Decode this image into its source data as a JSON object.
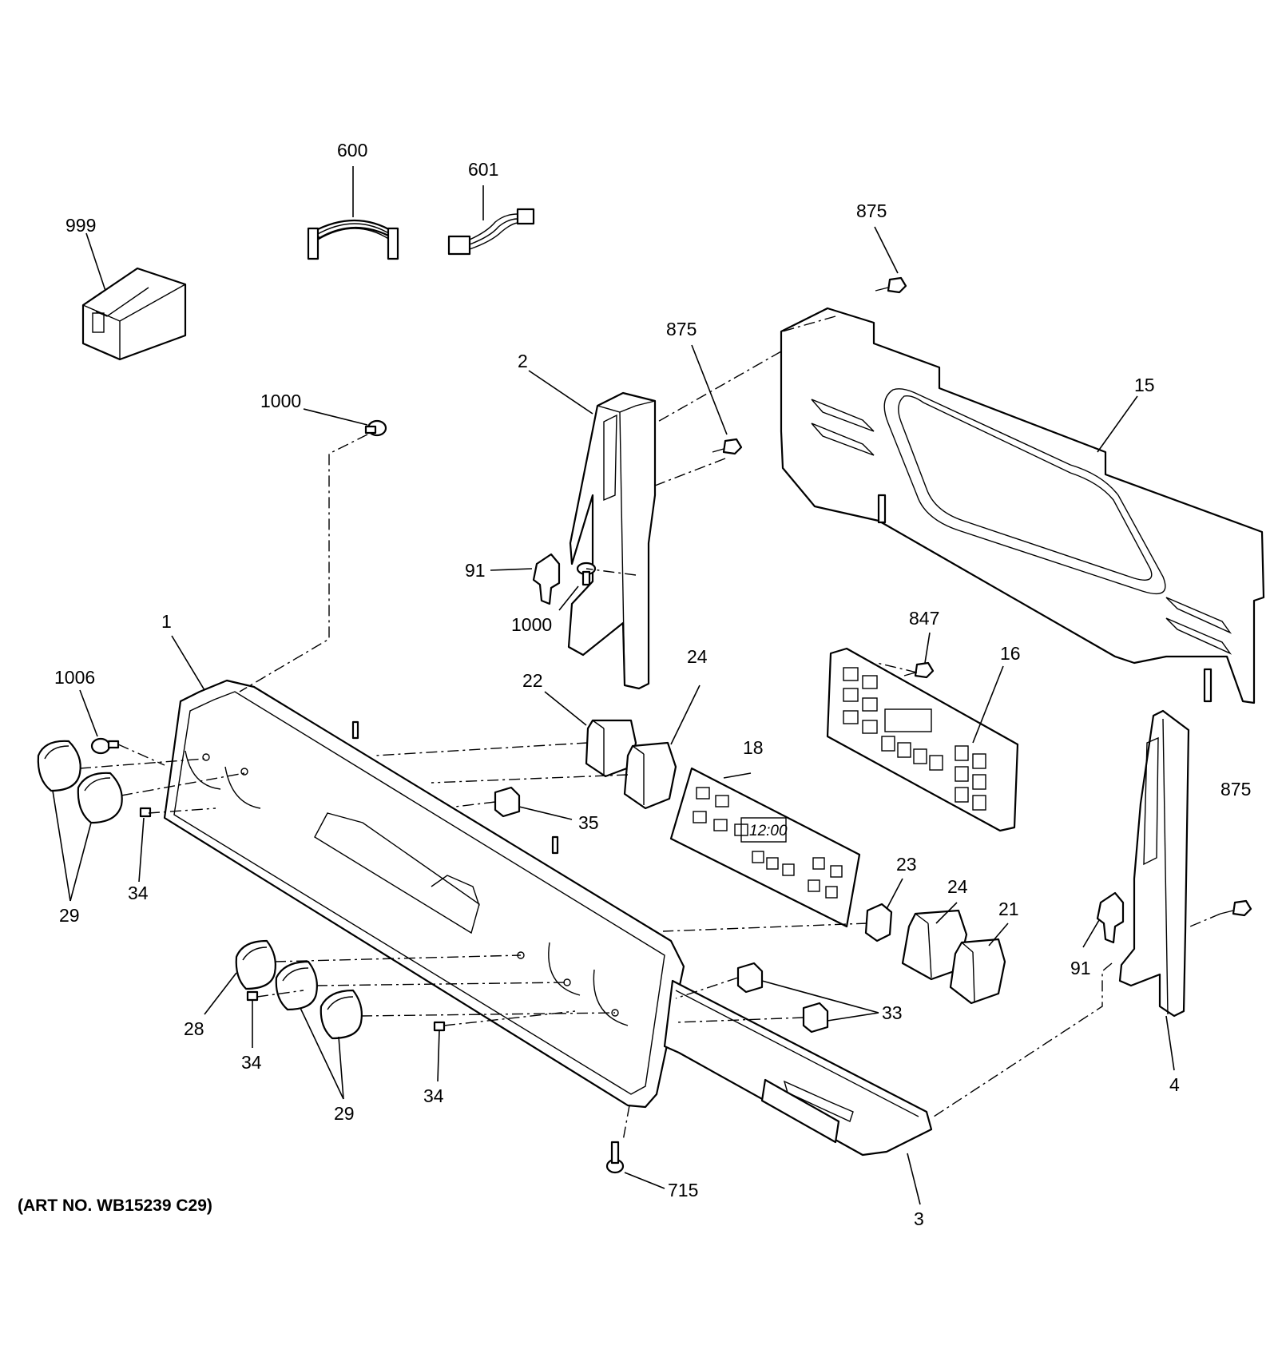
{
  "diagram": {
    "art_number": "(ART NO. WB15239 C29)",
    "clock_display": "12:00",
    "callouts": {
      "c999": "999",
      "c600": "600",
      "c601": "601",
      "c875_top": "875",
      "c875_mid": "875",
      "c875_right": "875",
      "c2": "2",
      "c15": "15",
      "c1000_top": "1000",
      "c1000_mid": "1000",
      "c91_left": "91",
      "c91_right": "91",
      "c847": "847",
      "c16": "16",
      "c1": "1",
      "c1006": "1006",
      "c22": "22",
      "c24_top": "24",
      "c24_mid": "24",
      "c18": "18",
      "c35": "35",
      "c23": "23",
      "c21": "21",
      "c34_left": "34",
      "c29_left": "29",
      "c28": "28",
      "c34_mid": "34",
      "c29_bottom": "29",
      "c34_bottom": "34",
      "c33": "33",
      "c4": "4",
      "c715": "715",
      "c3": "3"
    }
  }
}
